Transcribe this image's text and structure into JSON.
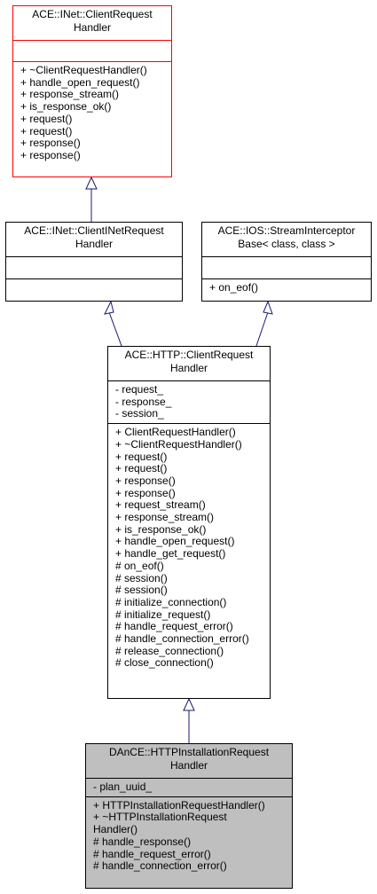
{
  "diagram": {
    "classes": [
      {
        "id": "inet_client_request_handler",
        "title": [
          "ACE::INet::ClientRequest",
          "Handler"
        ],
        "attributes": [],
        "methods": [
          "+ ~ClientRequestHandler()",
          "+ handle_open_request()",
          "+ response_stream()",
          "+ is_response_ok()",
          "+ request()",
          "+ request()",
          "+ response()",
          "+ response()"
        ],
        "border_color": "#ff0000",
        "fill_color": "#ffffff"
      },
      {
        "id": "inet_client_inet_request_handler",
        "title": [
          "ACE::INet::ClientINetRequest",
          "Handler"
        ],
        "attributes": [],
        "methods": [],
        "border_color": "#000000",
        "fill_color": "#ffffff"
      },
      {
        "id": "ios_stream_interceptor_base",
        "title": [
          "ACE::IOS::StreamInterceptor",
          "Base< class, class >"
        ],
        "attributes": [],
        "methods": [
          "+ on_eof()"
        ],
        "border_color": "#000000",
        "fill_color": "#ffffff"
      },
      {
        "id": "http_client_request_handler",
        "title": [
          "ACE::HTTP::ClientRequest",
          "Handler"
        ],
        "attributes": [
          "- request_",
          "- response_",
          "- session_"
        ],
        "methods": [
          "+ ClientRequestHandler()",
          "+ ~ClientRequestHandler()",
          "+ request()",
          "+ request()",
          "+ response()",
          "+ response()",
          "+ request_stream()",
          "+ response_stream()",
          "+ is_response_ok()",
          "+ handle_open_request()",
          "+ handle_get_request()",
          "# on_eof()",
          "# session()",
          "# session()",
          "# initialize_connection()",
          "# initialize_request()",
          "# handle_request_error()",
          "# handle_connection_error()",
          "# release_connection()",
          "# close_connection()"
        ],
        "border_color": "#000000",
        "fill_color": "#ffffff"
      },
      {
        "id": "dance_http_installation_request_handler",
        "title": [
          "DAnCE::HTTPInstallationRequest",
          "Handler"
        ],
        "attributes": [
          "- plan_uuid_"
        ],
        "methods": [
          "+ HTTPInstallationRequestHandler()",
          "+ ~HTTPInstallationRequest",
          "Handler()",
          "# handle_response()",
          "# handle_request_error()",
          "# handle_connection_error()"
        ],
        "border_color": "#000000",
        "fill_color": "#bfbfbf"
      }
    ],
    "edges": [
      {
        "from": "inet_client_inet_request_handler",
        "to": "inet_client_request_handler",
        "kind": "inheritance"
      },
      {
        "from": "http_client_request_handler",
        "to": "inet_client_inet_request_handler",
        "kind": "inheritance"
      },
      {
        "from": "http_client_request_handler",
        "to": "ios_stream_interceptor_base",
        "kind": "inheritance"
      },
      {
        "from": "dance_http_installation_request_handler",
        "to": "http_client_request_handler",
        "kind": "inheritance"
      }
    ],
    "edge_color": "#191970"
  }
}
